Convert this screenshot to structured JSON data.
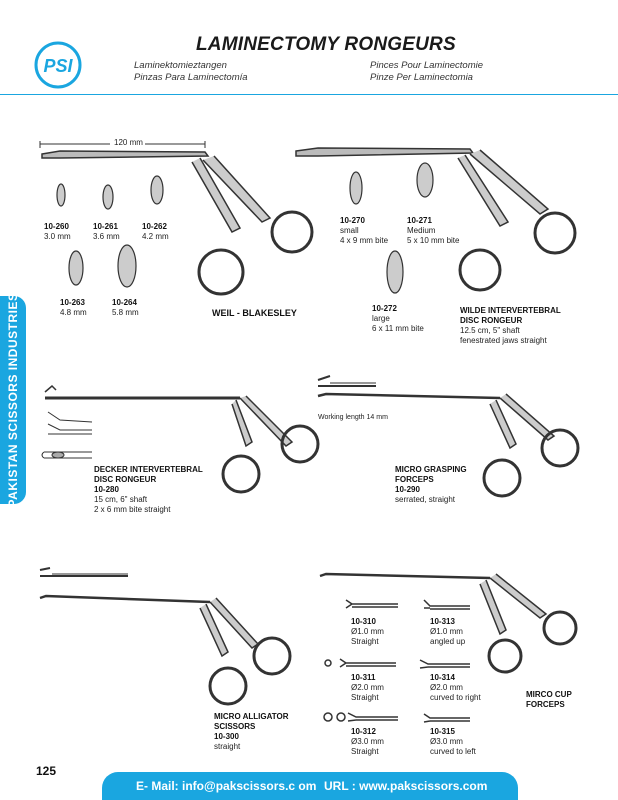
{
  "header": {
    "logo_text": "PSI",
    "title": "LAMINECTOMY RONGEURS",
    "german": "Laminektomieztangen",
    "spanish": "Pinzas Para Laminectomía",
    "french": "Pinces Pour Laminectomie",
    "italian": "Pinze Per Laminectomia"
  },
  "sidebar": {
    "label": "PAKISTAN SCISSORS INDUSTRIES"
  },
  "weil": {
    "measure": "120 mm",
    "name": "WEIL - BLAKESLEY",
    "items": [
      {
        "code": "10-260",
        "size": "3.0 mm"
      },
      {
        "code": "10-261",
        "size": "3.6 mm"
      },
      {
        "code": "10-262",
        "size": "4.2 mm"
      },
      {
        "code": "10-263",
        "size": "4.8 mm"
      },
      {
        "code": "10-264",
        "size": "5.8 mm"
      }
    ]
  },
  "wilde": {
    "name1": "WILDE INTERVERTEBRAL",
    "name2": "DISC RONGEUR",
    "d1": "12.5 cm, 5\" shaft",
    "d2": "fenestrated jaws straight",
    "items": [
      {
        "code": "10-270",
        "size": "small",
        "bite": "4 x 9 mm bite"
      },
      {
        "code": "10-271",
        "size": "Medium",
        "bite": "5 x 10 mm bite"
      },
      {
        "code": "10-272",
        "size": "large",
        "bite": "6 x 11 mm bite"
      }
    ]
  },
  "decker": {
    "name1": "DECKER INTERVERTEBRAL",
    "name2": "DISC RONGEUR",
    "code": "10-280",
    "d1": "15 cm, 6\" shaft",
    "d2": "2 x 6 mm bite straight"
  },
  "grasping": {
    "working": "Working length 14 mm",
    "name1": "MICRO GRASPING",
    "name2": "FORCEPS",
    "code": "10-290",
    "d1": "serrated, straight"
  },
  "alligator": {
    "name1": "MICRO ALLIGATOR",
    "name2": "SCISSORS",
    "code": "10-300",
    "d1": "straight"
  },
  "cup": {
    "name1": "MIRCO CUP",
    "name2": "FORCEPS",
    "items": [
      {
        "code": "10-310",
        "size": "Ø1.0 mm",
        "type": "Straight"
      },
      {
        "code": "10-313",
        "size": "Ø1.0 mm",
        "type": "angled up"
      },
      {
        "code": "10-311",
        "size": "Ø2.0 mm",
        "type": "Straight"
      },
      {
        "code": "10-314",
        "size": "Ø2.0 mm",
        "type": "curved to right"
      },
      {
        "code": "10-312",
        "size": "Ø3.0 mm",
        "type": "Straight"
      },
      {
        "code": "10-315",
        "size": "Ø3.0 mm",
        "type": "curved to left"
      }
    ]
  },
  "footer": {
    "page": "125",
    "email": "E- Mail: info@pakscissors.c om",
    "url": "URL  :  www.pakscissors.com"
  }
}
